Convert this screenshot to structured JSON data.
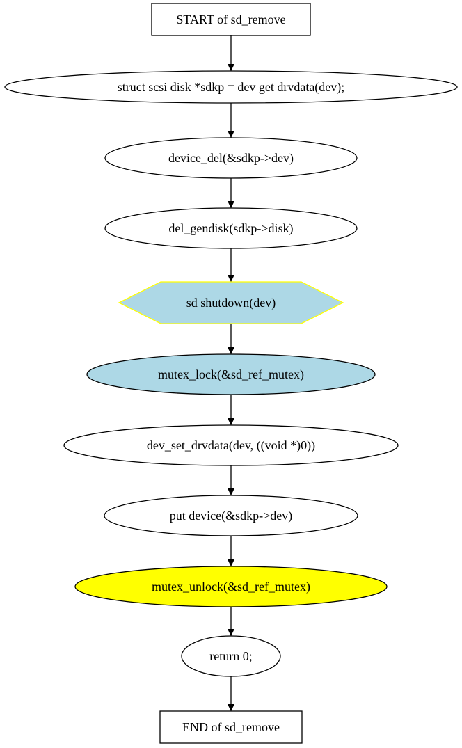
{
  "diagram": {
    "nodes": [
      {
        "id": "start",
        "shape": "box",
        "label": "START of sd_remove",
        "fill": "#ffffff",
        "stroke": "#000000"
      },
      {
        "id": "n1",
        "shape": "ellipse",
        "label": "struct scsi  disk *sdkp = dev  get  drvdata(dev);",
        "fill": "#ffffff",
        "stroke": "#000000"
      },
      {
        "id": "n2",
        "shape": "ellipse",
        "label": "device_del(&sdkp->dev)",
        "fill": "#ffffff",
        "stroke": "#000000"
      },
      {
        "id": "n3",
        "shape": "ellipse",
        "label": "del_gendisk(sdkp->disk)",
        "fill": "#ffffff",
        "stroke": "#000000"
      },
      {
        "id": "n4",
        "shape": "hexagon",
        "label": "sd  shutdown(dev)",
        "fill": "#add8e6",
        "stroke": "#ffff00"
      },
      {
        "id": "n5",
        "shape": "ellipse",
        "label": "mutex_lock(&sd_ref_mutex)",
        "fill": "#add8e6",
        "stroke": "#000000"
      },
      {
        "id": "n6",
        "shape": "ellipse",
        "label": "dev_set_drvdata(dev, ((void *)0))",
        "fill": "#ffffff",
        "stroke": "#000000"
      },
      {
        "id": "n7",
        "shape": "ellipse",
        "label": "put  device(&sdkp->dev)",
        "fill": "#ffffff",
        "stroke": "#000000"
      },
      {
        "id": "n8",
        "shape": "ellipse",
        "label": "mutex_unlock(&sd_ref_mutex)",
        "fill": "#ffff00",
        "stroke": "#000000"
      },
      {
        "id": "n9",
        "shape": "ellipse",
        "label": "return 0;",
        "fill": "#ffffff",
        "stroke": "#000000"
      },
      {
        "id": "end",
        "shape": "box",
        "label": "END of sd_remove",
        "fill": "#ffffff",
        "stroke": "#000000"
      }
    ],
    "edges": [
      {
        "from": "start",
        "to": "n1"
      },
      {
        "from": "n1",
        "to": "n2"
      },
      {
        "from": "n2",
        "to": "n3"
      },
      {
        "from": "n3",
        "to": "n4"
      },
      {
        "from": "n4",
        "to": "n5"
      },
      {
        "from": "n5",
        "to": "n6"
      },
      {
        "from": "n6",
        "to": "n7"
      },
      {
        "from": "n7",
        "to": "n8"
      },
      {
        "from": "n8",
        "to": "n9"
      },
      {
        "from": "n9",
        "to": "end"
      }
    ]
  }
}
